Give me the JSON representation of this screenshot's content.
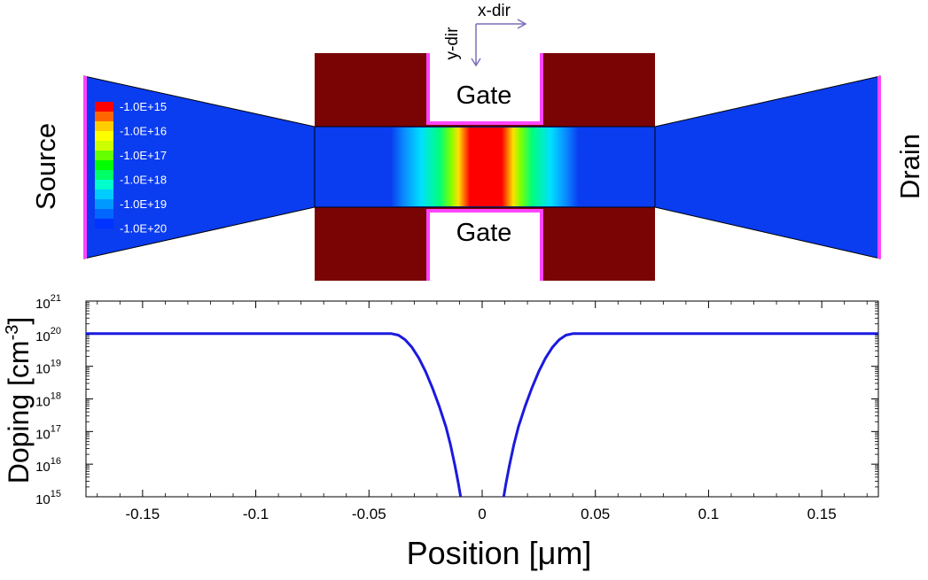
{
  "device": {
    "source_label": "Source",
    "drain_label": "Drain",
    "gate_top_label": "Gate",
    "gate_bottom_label": "Gate",
    "x_dir_label": "x-dir",
    "y_dir_label": "y-dir",
    "legend": {
      "levels": [
        "-1.0E+15",
        "-1.0E+16",
        "-1.0E+17",
        "-1.0E+18",
        "-1.0E+19",
        "-1.0E+20"
      ],
      "colors": [
        "#ff0000",
        "#ff6600",
        "#ffcc00",
        "#ffff00",
        "#ccff00",
        "#66ff00",
        "#00ff00",
        "#00ff66",
        "#00ffcc",
        "#00ccff",
        "#0099ff",
        "#0066ff",
        "#0033ff"
      ]
    },
    "colors": {
      "channel_body": "#0a3cf0",
      "gate_fill": "#7a0404",
      "contact": "#ff44ff",
      "axis_arrow": "#7a6fb8"
    }
  },
  "chart_data": {
    "type": "line",
    "xlabel": "Position [",
    "xlabel_unit": "μm",
    "xlabel_close": "]",
    "ylabel": "Doping [cm",
    "ylabel_exp": "-3",
    "ylabel_close": "]",
    "xlim": [
      -0.175,
      0.175
    ],
    "ylim": [
      1000000000000000.0,
      1e+21
    ],
    "yscale": "log",
    "x_ticks": [
      -0.15,
      -0.1,
      -0.05,
      0,
      0.05,
      0.1,
      0.15
    ],
    "x_tick_labels": [
      "-0.15",
      "-0.1",
      "-0.05",
      "0",
      "0.05",
      "0.1",
      "0.15"
    ],
    "y_ticks_exp": [
      15,
      16,
      17,
      18,
      19,
      20,
      21
    ],
    "y_tick_base": "10",
    "grid": false,
    "series": [
      {
        "color": "#1a1adf",
        "segments": [
          [
            [
              -0.175,
              1e+20
            ],
            [
              -0.04,
              1e+20
            ],
            [
              -0.037,
              9e+19
            ],
            [
              -0.034,
              6.5e+19
            ],
            [
              -0.031,
              3.8e+19
            ],
            [
              -0.028,
              1.8e+19
            ],
            [
              -0.025,
              7e+18
            ],
            [
              -0.022,
              2.2e+18
            ],
            [
              -0.019,
              6e+17
            ],
            [
              -0.016,
              1.4e+17
            ],
            [
              -0.014,
              4e+16
            ],
            [
              -0.012,
              9000000000000000.0
            ],
            [
              -0.0105,
              2500000000000000.0
            ],
            [
              -0.0095,
              1000000000000000.0
            ]
          ],
          [
            [
              0.0095,
              1000000000000000.0
            ],
            [
              0.0105,
              2500000000000000.0
            ],
            [
              0.012,
              9000000000000000.0
            ],
            [
              0.014,
              4e+16
            ],
            [
              0.016,
              1.4e+17
            ],
            [
              0.019,
              6e+17
            ],
            [
              0.022,
              2.2e+18
            ],
            [
              0.025,
              7e+18
            ],
            [
              0.028,
              1.8e+19
            ],
            [
              0.031,
              3.8e+19
            ],
            [
              0.034,
              6.5e+19
            ],
            [
              0.037,
              9e+19
            ],
            [
              0.04,
              1e+20
            ],
            [
              0.175,
              1e+20
            ]
          ]
        ]
      }
    ]
  }
}
